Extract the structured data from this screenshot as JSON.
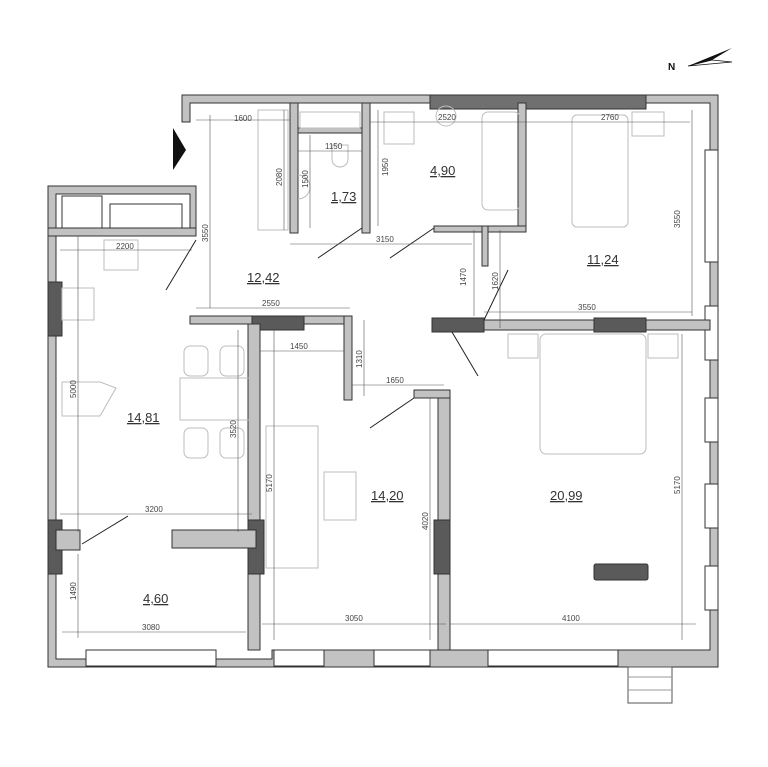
{
  "compass": {
    "label": "N"
  },
  "rooms": [
    {
      "id": "hallway",
      "area": "12,42"
    },
    {
      "id": "wc",
      "area": "1,73"
    },
    {
      "id": "bathroom",
      "area": "4,90"
    },
    {
      "id": "bedroom-small",
      "area": "11,24"
    },
    {
      "id": "kitchen-dining",
      "area": "14,81"
    },
    {
      "id": "balcony",
      "area": "4,60"
    },
    {
      "id": "living-room",
      "area": "14,20"
    },
    {
      "id": "master-bedroom",
      "area": "20,99"
    }
  ],
  "dimensions": {
    "hall_top": "1600",
    "hall_left": "3550",
    "hall_closet": "2080",
    "wc_width": "1150",
    "wc_depth": "1500",
    "bath_width": "2520",
    "bath_depth": "1950",
    "corridor": "3150",
    "bed_top": "2760",
    "bed_right": "3550",
    "bed_bottom": "3550",
    "bed_door_a": "1470",
    "bed_door_b": "1620",
    "kitchen_top": "2200",
    "kitchen_left": "5000",
    "kitchen_right": "3520",
    "kitchen_bottom": "3200",
    "hall_bottom": "2550",
    "living_top": "1450",
    "living_niche": "1310",
    "living_niche_w": "1650",
    "living_left": "5170",
    "living_right": "4020",
    "living_bottom": "3050",
    "balcony_left": "1490",
    "balcony_bottom": "3080",
    "master_right": "5170",
    "master_bottom": "4100"
  }
}
